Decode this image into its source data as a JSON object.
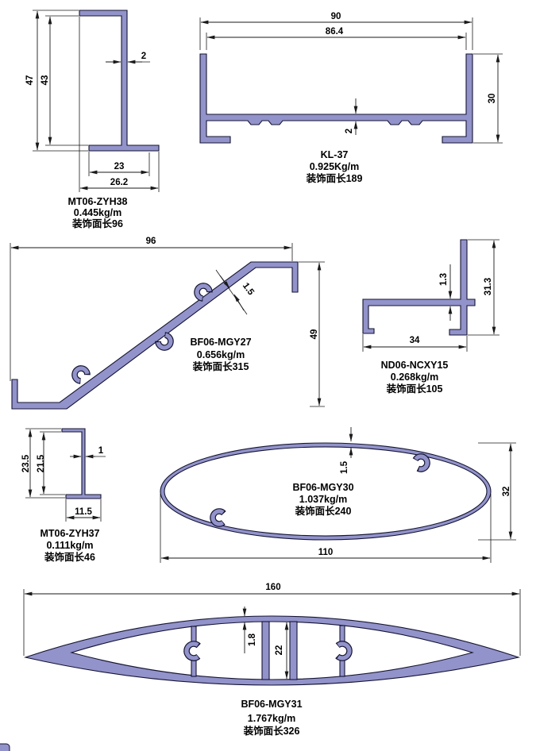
{
  "drawing_title": "aluminum-profile-cross-sections",
  "colors": {
    "profile_fill": "#9393cb",
    "outline": "#141432",
    "dimension_lines": "#1a1a1a",
    "text": "#000000",
    "background": "#ffffff"
  },
  "p1": {
    "model": "MT06-ZYH38",
    "weight": "0.445kg/m",
    "face": "装饰面长96",
    "height": "47",
    "inner_height": "43",
    "thickness": "2",
    "inner_width": "23",
    "width": "26.2"
  },
  "p2": {
    "model": "KL-37",
    "weight": "0.925Kg/m",
    "face": "装饰面长189",
    "width": "90",
    "inner_width": "86.4",
    "height": "30",
    "thickness": "2"
  },
  "p3": {
    "model": "BF06-MGY27",
    "weight": "0.656kg/m",
    "face": "装饰面长315",
    "width": "96",
    "thickness": "1.5",
    "height": "49"
  },
  "p4": {
    "model": "ND06-NCXY15",
    "weight": "0.268kg/m",
    "face": "装饰面长105",
    "thickness": "1.3",
    "height": "31.3",
    "width": "34"
  },
  "p5": {
    "model": "MT06-ZYH37",
    "weight": "0.111kg/m",
    "face": "装饰面长46",
    "height": "23.5",
    "inner_height": "21.5",
    "thickness": "1",
    "width": "11.5"
  },
  "p6": {
    "model": "BF06-MGY30",
    "weight": "1.037kg/m",
    "face": "装饰面长240",
    "thickness": "1.5",
    "height": "32",
    "width": "110"
  },
  "p7": {
    "model": "BF06-MGY31",
    "weight": "1.767kg/m",
    "face": "装饰面长326",
    "width": "160",
    "thickness": "1.8",
    "height": "22"
  }
}
